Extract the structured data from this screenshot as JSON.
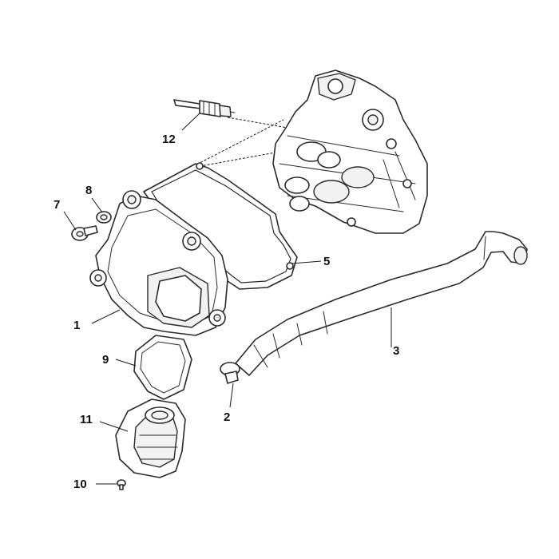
{
  "callouts": {
    "c1": "1",
    "c2": "2",
    "c3": "3",
    "c5": "5",
    "c7": "7",
    "c8": "8",
    "c9": "9",
    "c10": "10",
    "c11": "11",
    "c12": "12"
  },
  "colors": {
    "line": "#2a2a2a",
    "background": "#ffffff"
  }
}
